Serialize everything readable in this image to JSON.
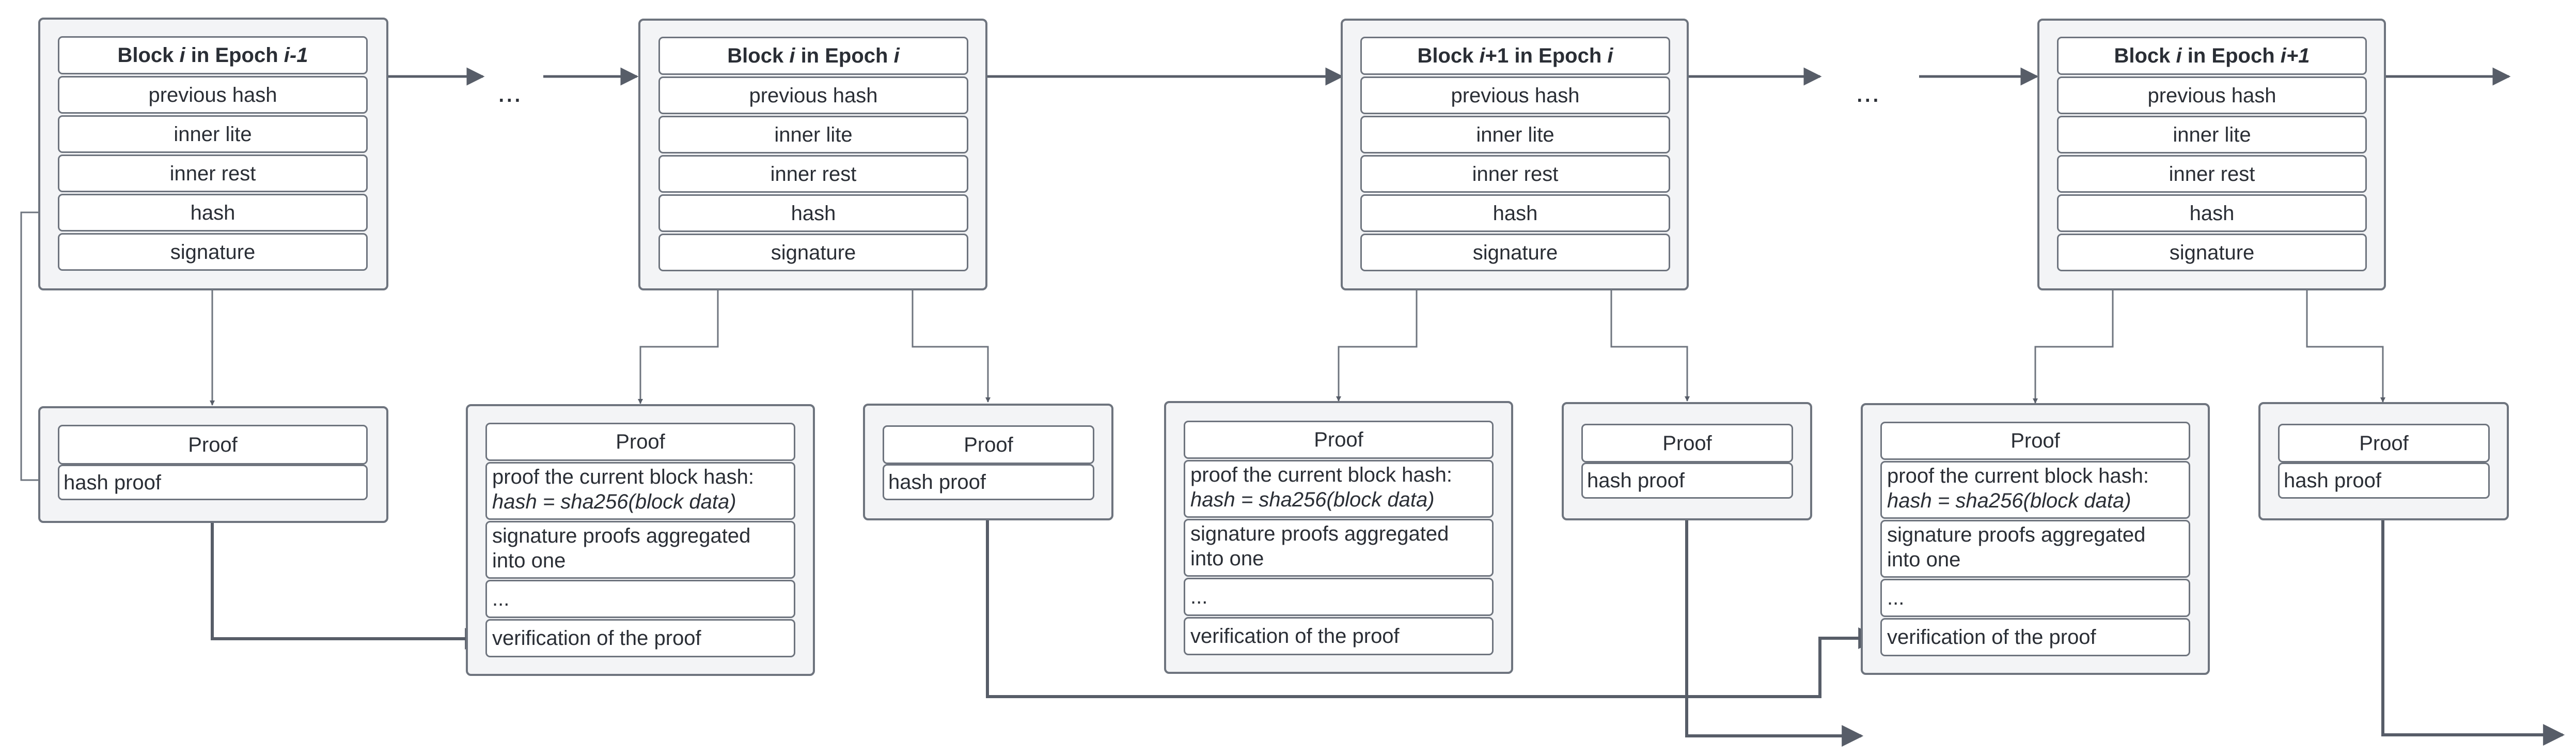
{
  "blocks": [
    {
      "title_parts": [
        "Block ",
        "i",
        " in Epoch ",
        "i-1",
        ""
      ],
      "rows": [
        "previous hash",
        "inner lite",
        "inner rest",
        "hash",
        "signature"
      ]
    },
    {
      "title_parts": [
        "Block ",
        "i",
        " in Epoch ",
        "i",
        ""
      ],
      "rows": [
        "previous hash",
        "inner lite",
        "inner rest",
        "hash",
        "signature"
      ]
    },
    {
      "title_parts": [
        "Block ",
        "i",
        "+1 in Epoch ",
        "i",
        ""
      ],
      "rows": [
        "previous hash",
        "inner lite",
        "inner rest",
        "hash",
        "signature"
      ]
    },
    {
      "title_parts": [
        "Block ",
        "i",
        " in Epoch ",
        "i+1",
        ""
      ],
      "rows": [
        "previous hash",
        "inner lite",
        "inner rest",
        "hash",
        "signature"
      ]
    }
  ],
  "ellipsis": [
    "...",
    "..."
  ],
  "hash_proof": {
    "title": "Proof",
    "row": "hash proof"
  },
  "full_proof": {
    "title": "Proof",
    "hash_line1": "proof the current block hash:",
    "hash_line2": "hash = sha256(block data)",
    "sig_line1": "signature proofs aggregated",
    "sig_line2": "into one",
    "dots": "...",
    "verify": "verification of the proof"
  },
  "colors": {
    "stroke": "#6e747e",
    "wire": "#575d68",
    "fill": "#f3f4f6"
  }
}
